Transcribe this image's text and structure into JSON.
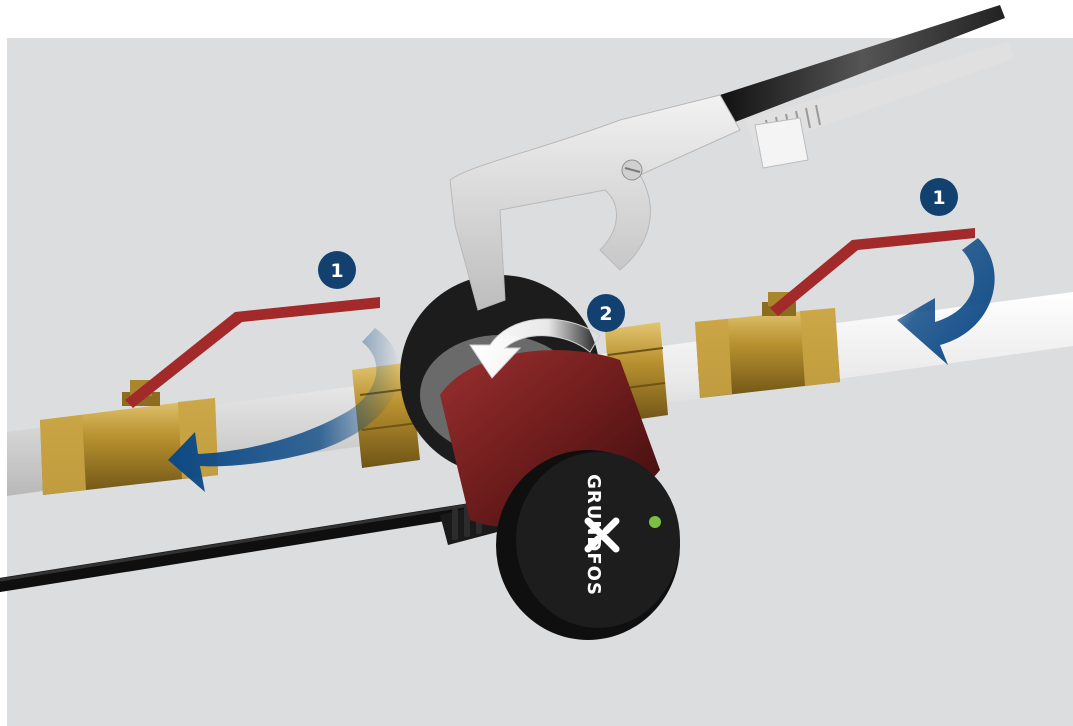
{
  "callouts": [
    {
      "label": "1"
    },
    {
      "label": "2"
    },
    {
      "label": "1"
    }
  ],
  "pump": {
    "brand": "GRUNDFOS",
    "logo": "grundfos-x-logo",
    "indicator_color": "#7ac143"
  },
  "colors": {
    "background_panel": "#dcdddf",
    "pipe": "#e6e6e6",
    "brass": "#b89336",
    "valve_handle": "#a32a2a",
    "pump_body": "#6e1c1c",
    "pump_head": "#141414",
    "flow_arrow": "#0d4a86",
    "callout": "#12406f",
    "wrench": "#d6d6d6"
  },
  "icons": [
    "flow-arrow-icon",
    "rotate-arrow-icon",
    "wrench-icon",
    "indicator-light-icon"
  ]
}
